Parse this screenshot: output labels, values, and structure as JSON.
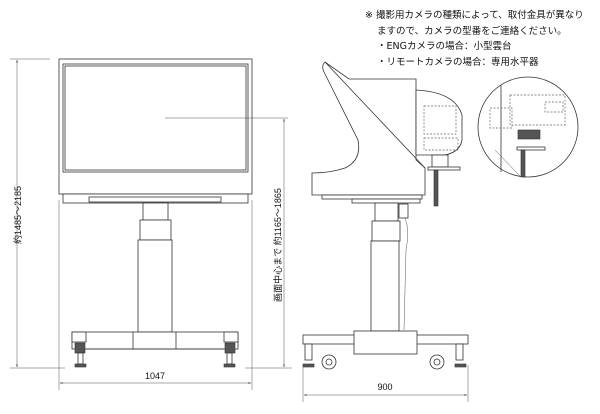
{
  "notes": {
    "line1": "※ 撮影用カメラの種類によって、取付金具が異なり",
    "line2": "ますので、カメラの型番をご連絡ください。",
    "line3": "・ENGカメラの場合：小型雲台",
    "line4": "・リモートカメラの場合：専用水平器"
  },
  "dimensions": {
    "total_height": "約1485～2185",
    "screen_center_height": "画面中心まで  約1165～1865",
    "front_width": "1047",
    "side_depth": "900"
  }
}
